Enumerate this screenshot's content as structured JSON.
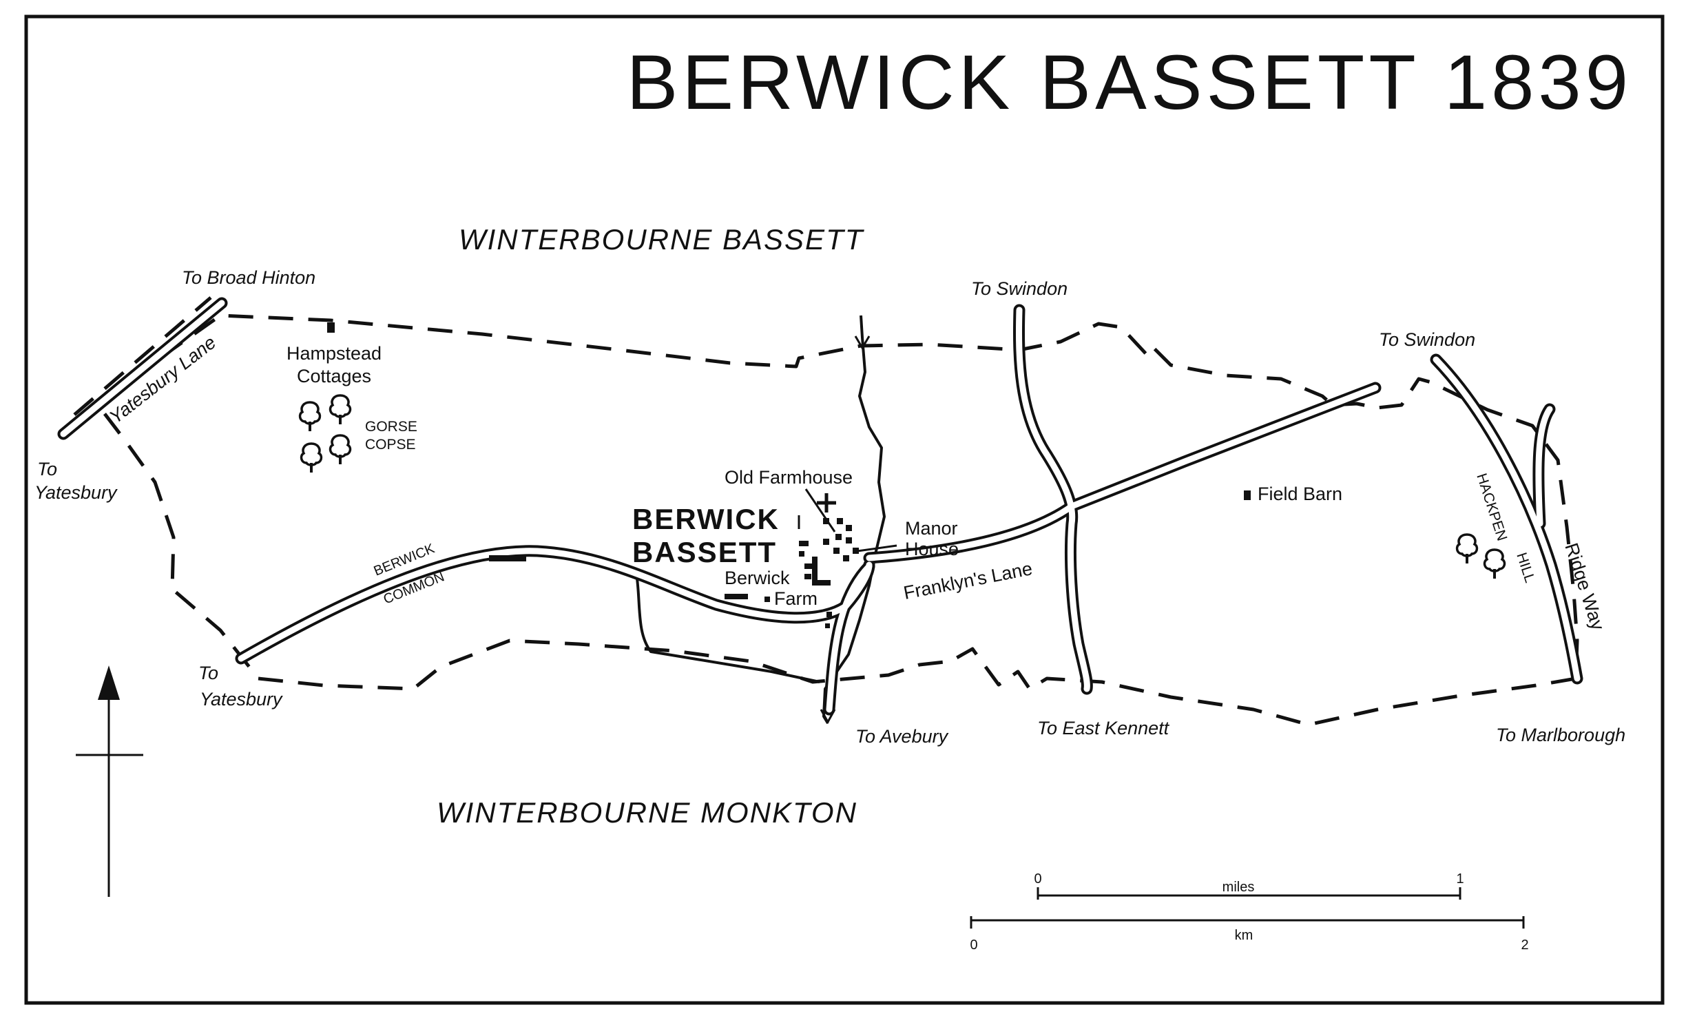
{
  "title": "BERWICK BASSETT 1839",
  "regions": {
    "north": "WINTERBOURNE BASSETT",
    "south": "WINTERBOURNE MONKTON"
  },
  "village": {
    "line1": "BERWICK",
    "line2": "BASSETT"
  },
  "roads": {
    "yatesbury_lane": "Yatesbury Lane",
    "franklyns_lane": "Franklyn's Lane",
    "ridge_way": "Ridge Way",
    "berwick_common_1": "BERWICK",
    "berwick_common_2": "COMMON"
  },
  "destinations": {
    "broad_hinton": "To Broad Hinton",
    "yatesbury_w_1": "To",
    "yatesbury_w_2": "Yatesbury",
    "yatesbury_s_1": "To",
    "yatesbury_s_2": "Yatesbury",
    "swindon_1": "To Swindon",
    "swindon_2": "To Swindon",
    "avebury": "To Avebury",
    "east_kennett": "To East Kennett",
    "marlborough": "To Marlborough"
  },
  "features": {
    "hampstead_1": "Hampstead",
    "hampstead_2": "Cottages",
    "gorse_1": "GORSE",
    "gorse_2": "COPSE",
    "old_farmhouse": "Old Farmhouse",
    "manor_1": "Manor",
    "manor_2": "House",
    "berwick_farm_1": "Berwick",
    "berwick_farm_2": "Farm",
    "field_barn": "Field Barn",
    "hackpen_1": "HACKPEN",
    "hackpen_2": "HILL"
  },
  "scale": {
    "miles_label": "miles",
    "miles_start": "0",
    "miles_end": "1",
    "km_label": "km",
    "km_start": "0",
    "km_end": "2"
  },
  "icons": {
    "north_arrow": "north-arrow-icon",
    "tree": "tree-icon",
    "church": "church-cross-icon"
  },
  "colors": {
    "ink": "#111111",
    "paper": "#ffffff"
  }
}
